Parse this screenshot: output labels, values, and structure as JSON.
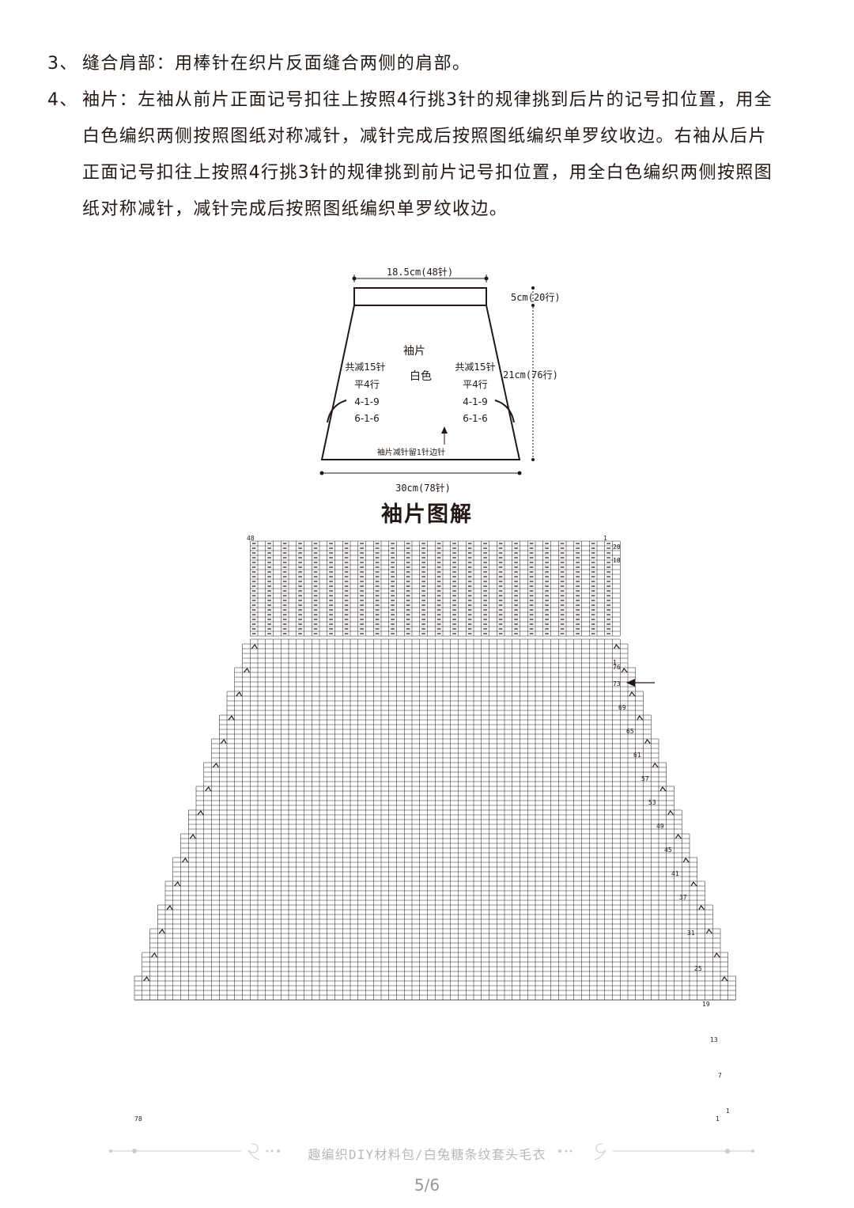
{
  "instructions": [
    {
      "number": "3、",
      "text": "缝合肩部：用棒针在织片反面缝合两侧的肩部。"
    },
    {
      "number": "4、",
      "text": "袖片：左袖从前片正面记号扣往上按照4行挑3针的规律挑到后片的记号扣位置，用全白色编织两侧按照图纸对称减针，减针完成后按照图纸编织单罗纹收边。右袖从后片正面记号扣往上按照4行挑3针的规律挑到前片记号扣位置，用全白色编织两侧按照图纸对称减针，减针完成后按照图纸编织单罗纹收边。"
    }
  ],
  "schematic": {
    "top_width": "18.5cm(48针)",
    "bottom_width": "30cm(78针)",
    "cuff_height": "5cm(20行)",
    "body_height": "21cm(76行)",
    "piece_name": "袖片",
    "color_name": "白色",
    "left_note": [
      "共减15针",
      "平4行",
      "4-1-9",
      "6-1-6"
    ],
    "right_note": [
      "共减15针",
      "平4行",
      "4-1-9",
      "6-1-6"
    ],
    "edge_note": "袖片减针留1针边针"
  },
  "chart": {
    "title": "袖片图解",
    "cuff_col_left": "48",
    "cuff_col_right": "1",
    "cuff_row_labels": [
      "20",
      "18",
      "1"
    ],
    "body_row_labels": [
      "76",
      "73",
      "69",
      "65",
      "61",
      "57",
      "53",
      "49",
      "45",
      "41",
      "37",
      "31",
      "25",
      "19",
      "13",
      "7",
      "1"
    ],
    "bottom_col_left": "78",
    "bottom_col_right": "1"
  },
  "footer": {
    "caption": "趣编织DIY材料包/白兔糖条纹套头毛衣",
    "page": "5/6"
  },
  "colors": {
    "text": "#231815",
    "grid": "#231815",
    "footer": "#b8b8b8"
  }
}
